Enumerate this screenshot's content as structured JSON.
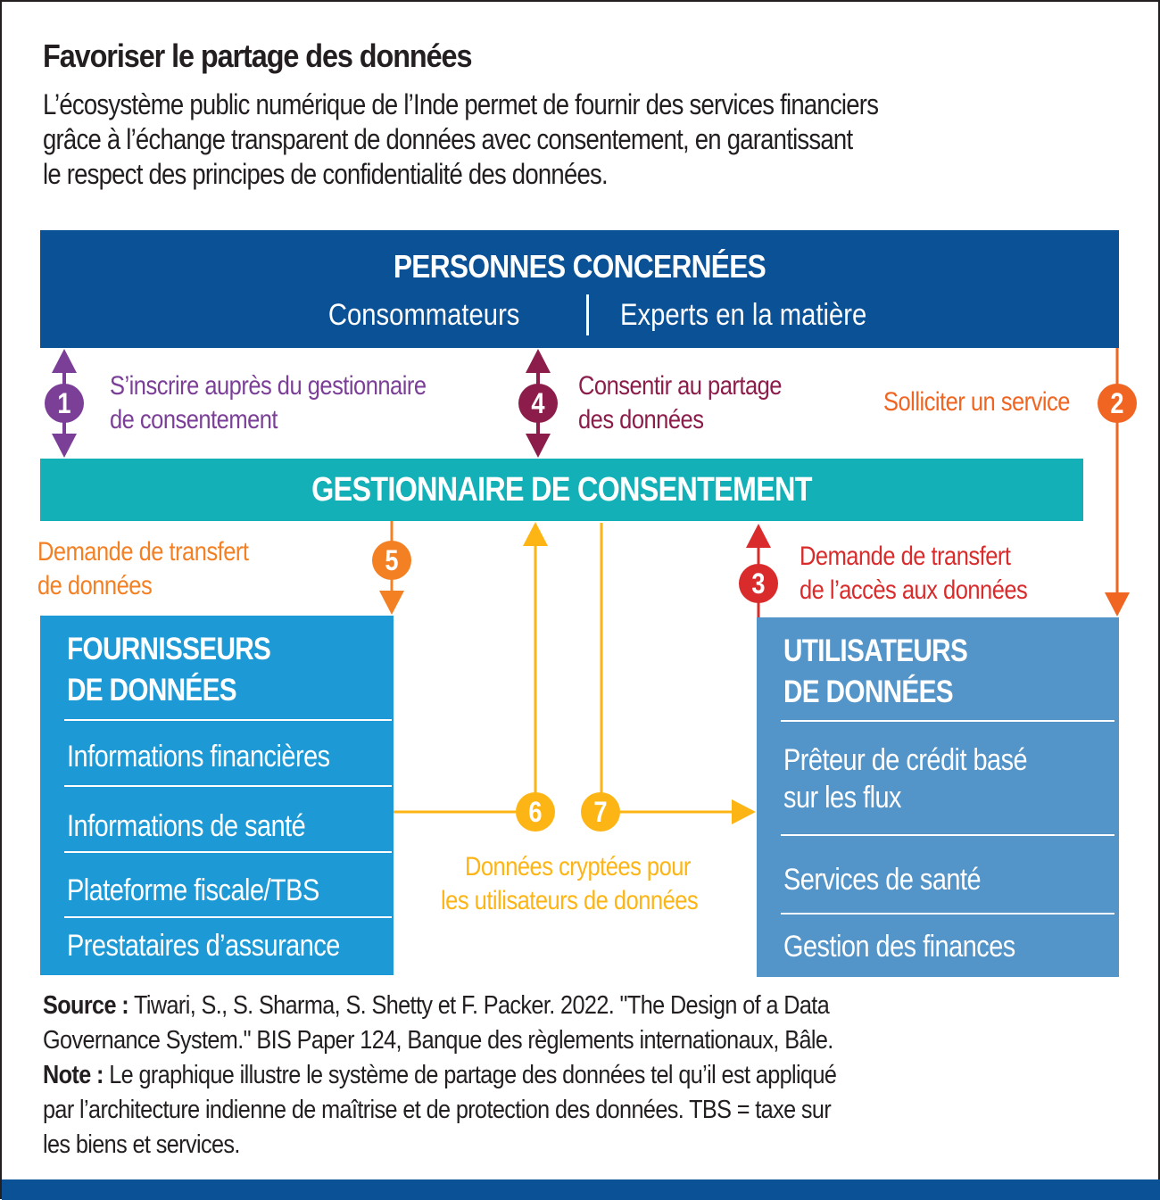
{
  "header": {
    "title": "Favoriser le partage des données",
    "subtitle_lines": [
      "L’écosystème public numérique de l’Inde permet de fournir des services financiers",
      "grâce à l’échange transparent de données avec consentement, en garantissant",
      "le respect des principes de confidentialité des données."
    ]
  },
  "nodes": {
    "persons": {
      "title": "PERSONNES CONCERNÉES",
      "left": "Consommateurs",
      "right": "Experts en la matière"
    },
    "manager": {
      "title": "GESTIONNAIRE DE CONSENTEMENT"
    },
    "providers": {
      "title_lines": [
        "FOURNISSEURS",
        "DE DONNÉES"
      ],
      "items": [
        "Informations financières",
        "Informations de santé",
        "Plateforme fiscale/TBS",
        "Prestataires d’assurance"
      ]
    },
    "users": {
      "title_lines": [
        "UTILISATEURS",
        "DE DONNÉES"
      ],
      "items": [
        [
          "Prêteur de crédit basé",
          "sur les flux"
        ],
        [
          "Services de santé"
        ],
        [
          "Gestion des finances"
        ]
      ]
    }
  },
  "steps": [
    {
      "number": "1",
      "color": "#7b3f97",
      "label_lines": [
        "S’inscrire auprès du gestionnaire",
        "de consentement"
      ],
      "direction": "bidirectional",
      "from": "persons",
      "to": "manager"
    },
    {
      "number": "2",
      "color": "#f06522",
      "label_lines": [
        "Solliciter un service"
      ],
      "direction": "down",
      "from": "persons",
      "to": "users"
    },
    {
      "number": "3",
      "color": "#d92b2b",
      "label_lines": [
        "Demande de transfert",
        "de l’accès aux données"
      ],
      "direction": "up",
      "from": "users",
      "to": "manager"
    },
    {
      "number": "4",
      "color": "#8c1d4b",
      "label_lines": [
        "Consentir au partage",
        "des données"
      ],
      "direction": "bidirectional",
      "from": "persons",
      "to": "manager"
    },
    {
      "number": "5",
      "color": "#f48024",
      "label_lines": [
        "Demande de transfert",
        "de données"
      ],
      "direction": "down",
      "from": "manager",
      "to": "providers"
    },
    {
      "number": "6",
      "color": "#fdb515",
      "label_lines": [],
      "direction": "up",
      "from": "providers",
      "to": "manager"
    },
    {
      "number": "7",
      "color": "#fdb515",
      "label_lines": [],
      "direction": "right",
      "from": "manager",
      "to": "users"
    }
  ],
  "shared_label": {
    "lines": [
      "Données cryptées pour",
      "les utilisateurs de données"
    ],
    "color": "#fdb515"
  },
  "colors": {
    "persons_bg": "#0b5196",
    "manager_bg": "#14b0b8",
    "providers_bg": "#1d9ad6",
    "users_bg": "#5394c9"
  },
  "footer": {
    "source_label": "Source :",
    "source_lines": [
      "Tiwari, S., S. Sharma, S. Shetty et F. Packer. 2022. \"The Design of a Data",
      "Governance System.\" BIS Paper 124, Banque des règlements internationaux, Bâle."
    ],
    "note_label": "Note :",
    "note_lines": [
      "Le graphique illustre le système de partage des données tel qu’il est appliqué",
      "par l’architecture indienne de maîtrise et de protection des données. TBS = taxe sur",
      "les biens et services."
    ]
  }
}
